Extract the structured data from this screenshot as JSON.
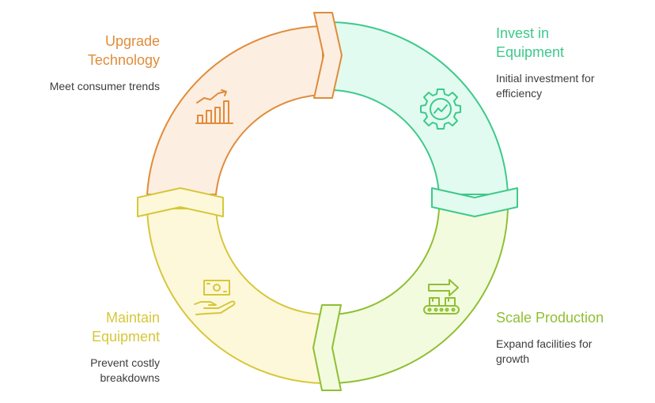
{
  "colors": {
    "orange": "#E08C3A",
    "green": "#3DC98A",
    "lime": "#8FBF33",
    "yellow": "#D6C73A"
  },
  "steps": [
    {
      "title_line1": "Invest in",
      "title_line2": "Equipment",
      "desc_line1": "Initial investment for",
      "desc_line2": "efficiency",
      "icon": "gear-chart-icon"
    },
    {
      "title_line1": "Scale Production",
      "title_line2": "",
      "desc_line1": "Expand facilities for",
      "desc_line2": "growth",
      "icon": "conveyor-arrow-icon"
    },
    {
      "title_line1": "Maintain",
      "title_line2": "Equipment",
      "desc_line1": "Prevent costly",
      "desc_line2": "breakdowns",
      "icon": "hand-money-icon"
    },
    {
      "title_line1": "Upgrade",
      "title_line2": "Technology",
      "desc_line1": "Meet consumer trends",
      "desc_line2": "",
      "icon": "bar-chart-trend-icon"
    }
  ]
}
